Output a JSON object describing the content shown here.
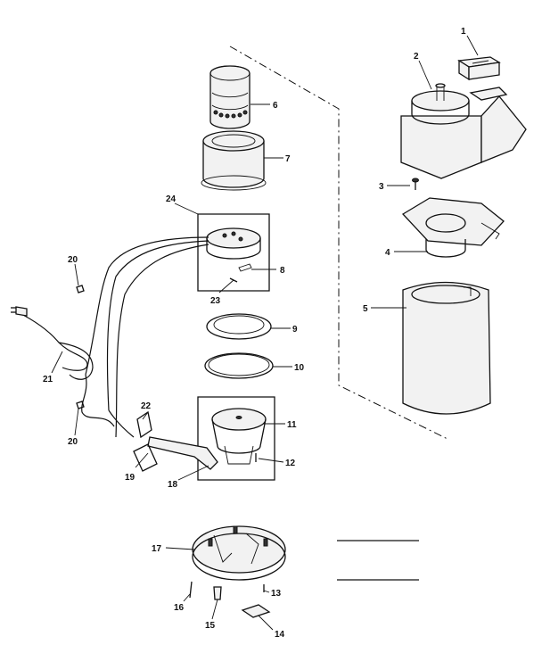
{
  "diagram": {
    "callouts": [
      {
        "id": "1",
        "label": "1"
      },
      {
        "id": "2",
        "label": "2"
      },
      {
        "id": "3",
        "label": "3"
      },
      {
        "id": "4",
        "label": "4"
      },
      {
        "id": "5",
        "label": "5"
      },
      {
        "id": "6",
        "label": "6"
      },
      {
        "id": "7",
        "label": "7"
      },
      {
        "id": "8",
        "label": "8"
      },
      {
        "id": "9",
        "label": "9"
      },
      {
        "id": "10",
        "label": "10"
      },
      {
        "id": "11",
        "label": "11"
      },
      {
        "id": "12",
        "label": "12"
      },
      {
        "id": "13",
        "label": "13"
      },
      {
        "id": "14",
        "label": "14"
      },
      {
        "id": "15",
        "label": "15"
      },
      {
        "id": "16",
        "label": "16"
      },
      {
        "id": "17",
        "label": "17"
      },
      {
        "id": "18",
        "label": "18"
      },
      {
        "id": "19",
        "label": "19"
      },
      {
        "id": "20a",
        "label": "20"
      },
      {
        "id": "20b",
        "label": "20"
      },
      {
        "id": "21",
        "label": "21"
      },
      {
        "id": "22",
        "label": "22"
      },
      {
        "id": "23",
        "label": "23"
      },
      {
        "id": "24",
        "label": "24"
      }
    ]
  }
}
